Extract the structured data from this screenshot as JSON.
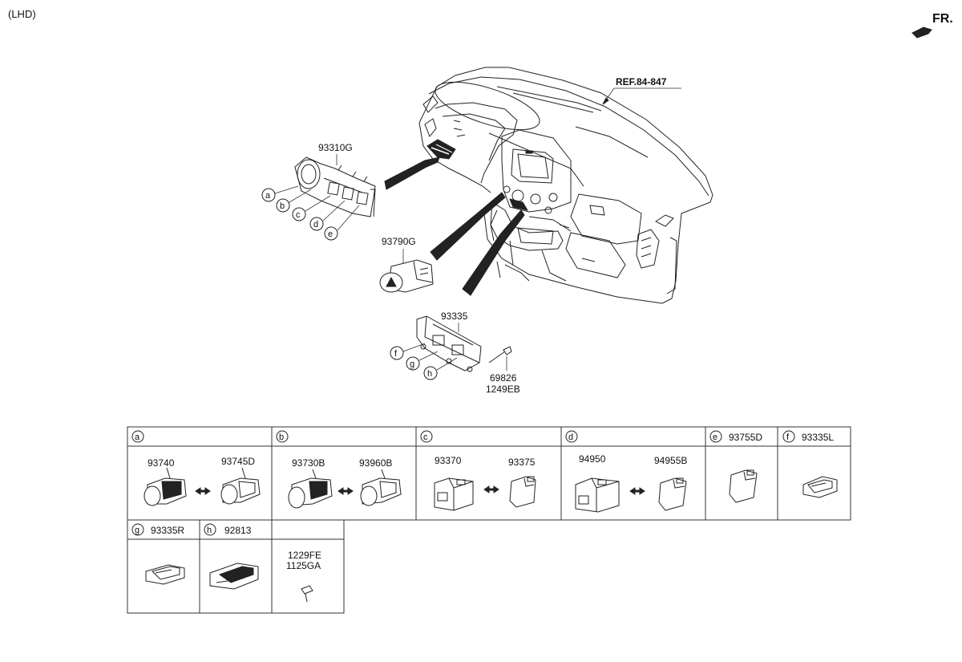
{
  "corner_label": "(LHD)",
  "direction_label": "FR.",
  "ref_label": "REF.84-847",
  "callouts": {
    "c93310G": "93310G",
    "c93790G": "93790G",
    "c93335": "93335",
    "c69826": "69826",
    "c1249EB": "1249EB"
  },
  "letters": {
    "a": "a",
    "b": "b",
    "c": "c",
    "d": "d",
    "e": "e",
    "f": "f",
    "g": "g",
    "h": "h"
  },
  "table": {
    "a": {
      "letter": "a",
      "left": "93740",
      "right": "93745D"
    },
    "b": {
      "letter": "b",
      "left": "93730B",
      "right": "93960B"
    },
    "c": {
      "letter": "c",
      "left": "93370",
      "right": "93375"
    },
    "d": {
      "letter": "d",
      "left": "94950",
      "right": "94955B"
    },
    "e": {
      "letter": "e",
      "part": "93755D"
    },
    "f": {
      "letter": "f",
      "part": "93335L"
    },
    "g": {
      "letter": "g",
      "part": "93335R"
    },
    "h": {
      "letter": "h",
      "part": "92813"
    },
    "screw": {
      "line1": "1229FE",
      "line2": "1125GA"
    }
  }
}
